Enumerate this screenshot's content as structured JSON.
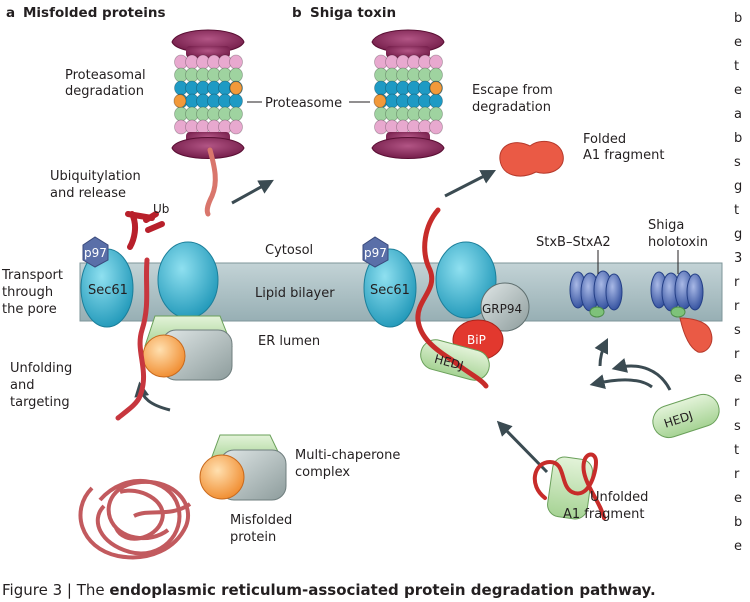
{
  "panels": {
    "a": {
      "letter": "a",
      "title": "Misfolded proteins"
    },
    "b": {
      "letter": "b",
      "title": "Shiga toxin"
    }
  },
  "labels": {
    "proteasomal_degradation": [
      "Proteasomal",
      "degradation"
    ],
    "proteasome": "Proteasome",
    "escape_from_degradation": [
      "Escape from",
      "degradation"
    ],
    "folded_a1": [
      "Folded",
      "A1 fragment"
    ],
    "ubiquitylation": [
      "Ubiquitylation",
      "and release"
    ],
    "ub": "Ub",
    "p97": "p97",
    "sec61": "Sec61",
    "cytosol": "Cytosol",
    "lipid_bilayer": "Lipid bilayer",
    "er_lumen": "ER lumen",
    "transport": [
      "Transport",
      "through",
      "the pore"
    ],
    "grp94": "GRP94",
    "bip": "BiP",
    "hedj": "HEDJ",
    "stxb_stxa2": "StxB–StxA2",
    "shiga_holotoxin": [
      "Shiga",
      "holotoxin"
    ],
    "unfolding": [
      "Unfolding",
      "and",
      "targeting"
    ],
    "multi_chaperone": [
      "Multi-chaperone",
      "complex"
    ],
    "misfolded_protein": [
      "Misfolded",
      "protein"
    ],
    "unfolded_a1": [
      "Unfolded",
      "A1 fragment"
    ]
  },
  "caption": {
    "prefix": "Figure 3 | The ",
    "bold": "endoplasmic reticulum-associated protein degradation pathway."
  },
  "edge_text": [
    "b",
    "e",
    "t",
    "e",
    "a",
    "b",
    "s",
    "g",
    "t",
    "g",
    "3",
    "r",
    "r",
    "s",
    "r",
    "e",
    "r",
    "s",
    "t",
    "r",
    "e",
    "b",
    "e"
  ],
  "colors": {
    "membrane": "#a9bfc3",
    "sec61": "#3ab6d3",
    "p97": "#5a6fa8",
    "proteasome_cap": "#7d1d4c",
    "ring_pink": "#e8a9cf",
    "ring_green": "#9fd3a0",
    "ring_blue": "#1e9ac4",
    "ring_orange": "#f2993a",
    "substrate": "#b8202b",
    "folded_a1": "#ea5a45",
    "bip": "#e2382e",
    "hedj": "#b8dca6",
    "grp94": "#7d8f8e",
    "toxin": "#3958a8",
    "arrow": "#3b4b52"
  }
}
